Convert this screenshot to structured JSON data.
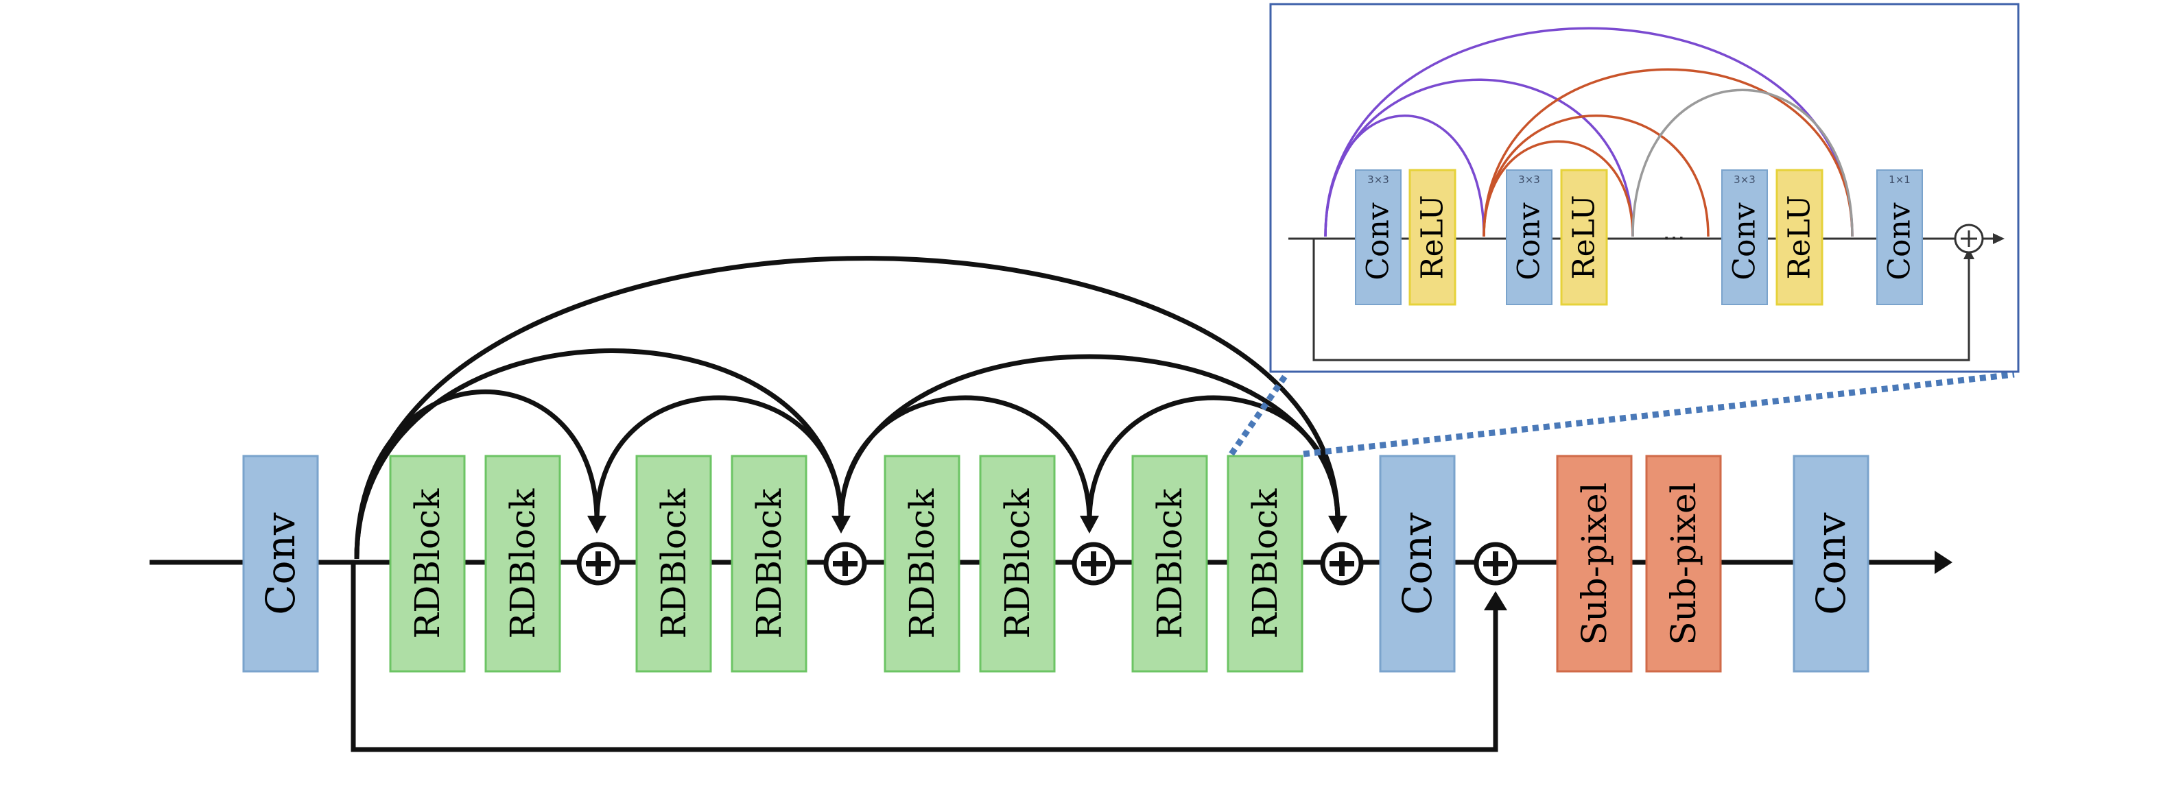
{
  "main": {
    "blocks": [
      {
        "label": "Conv"
      },
      {
        "label": "RDBlock"
      },
      {
        "label": "RDBlock"
      },
      {
        "label": "RDBlock"
      },
      {
        "label": "RDBlock"
      },
      {
        "label": "RDBlock"
      },
      {
        "label": "RDBlock"
      },
      {
        "label": "RDBlock"
      },
      {
        "label": "RDBlock"
      },
      {
        "label": "Conv"
      },
      {
        "label": "Sub-pixel"
      },
      {
        "label": "Sub-pixel"
      },
      {
        "label": "Conv"
      }
    ]
  },
  "inset": {
    "blocks": [
      {
        "label": "Conv",
        "kernel": "3×3"
      },
      {
        "label": "ReLU"
      },
      {
        "label": "Conv",
        "kernel": "3×3"
      },
      {
        "label": "ReLU"
      },
      {
        "label": "Conv",
        "kernel": "3×3"
      },
      {
        "label": "ReLU"
      },
      {
        "label": "Conv",
        "kernel": "1×1"
      }
    ],
    "ellipsis": "···"
  },
  "colors": {
    "conv_fill": "#9fbfdf",
    "conv_stroke": "#7aa3cc",
    "rdblock_fill": "#aedea5",
    "rdblock_stroke": "#6cc464",
    "subpixel_fill": "#e99373",
    "subpixel_stroke": "#d06a48",
    "relu_fill": "#f2dd82",
    "relu_stroke": "#e6d23a",
    "inset_border": "#3f62aa",
    "dotted_line": "#4a79b8",
    "arc_purple": "#7a4ad0",
    "arc_red": "#c9542a",
    "arc_gray": "#9a9a9a",
    "line": "#111111"
  }
}
